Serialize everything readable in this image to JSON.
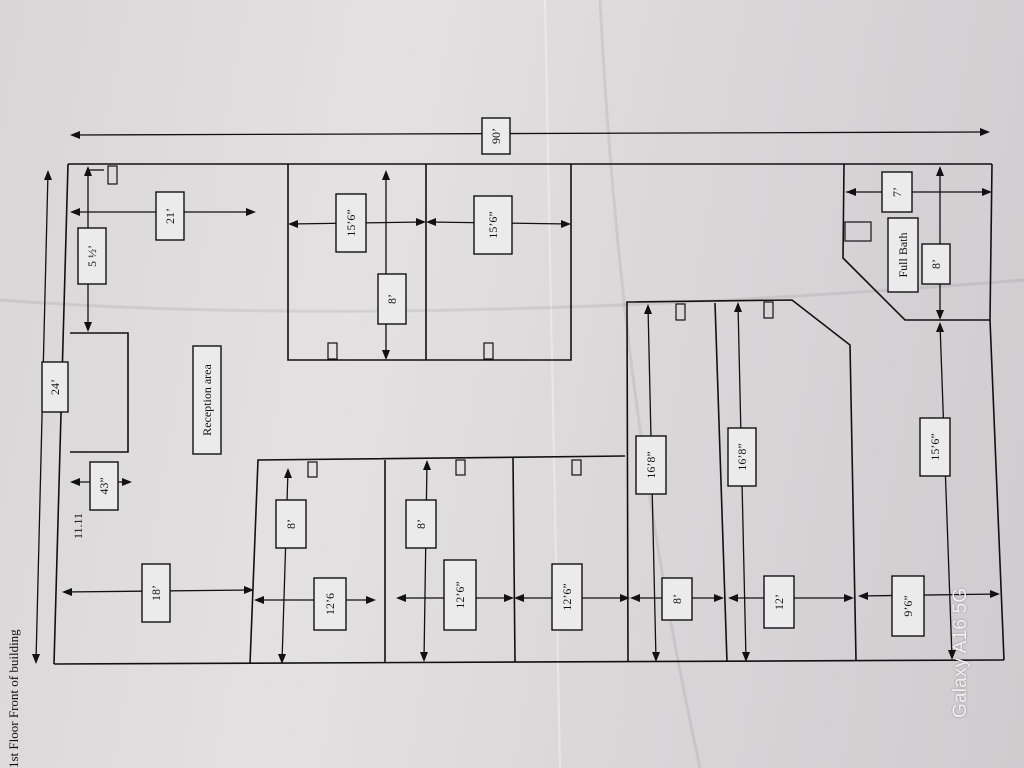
{
  "plan": {
    "title": "1st Floor Front of building",
    "reception_label": "Reception area",
    "bath_label": "Full Bath",
    "side_note": "11.11",
    "dimensions": {
      "overall_length": "90’",
      "front_width": "24’",
      "entry_depth": "5 ½’",
      "entry_width": "21’",
      "door_gap": "43”",
      "front_room_depth": "18’",
      "office_a_width": "15’6”",
      "office_b_width": "15’6”",
      "office_depth": "8’",
      "room_1_depth": "12’6",
      "room_2_depth": "12’6”",
      "room_3_depth": "12’6”",
      "room_1_width": "8’",
      "room_2_width": "8’",
      "hall_length_1": "16’8”",
      "hall_length_2": "16’8”",
      "hall_width": "8’",
      "rear_room_width": "12’",
      "rear_room_depth": "9’6”",
      "bath_width": "7’",
      "bath_depth": "8’",
      "rear_length": "15’6”"
    }
  },
  "watermark": "Galaxy A16 5G"
}
